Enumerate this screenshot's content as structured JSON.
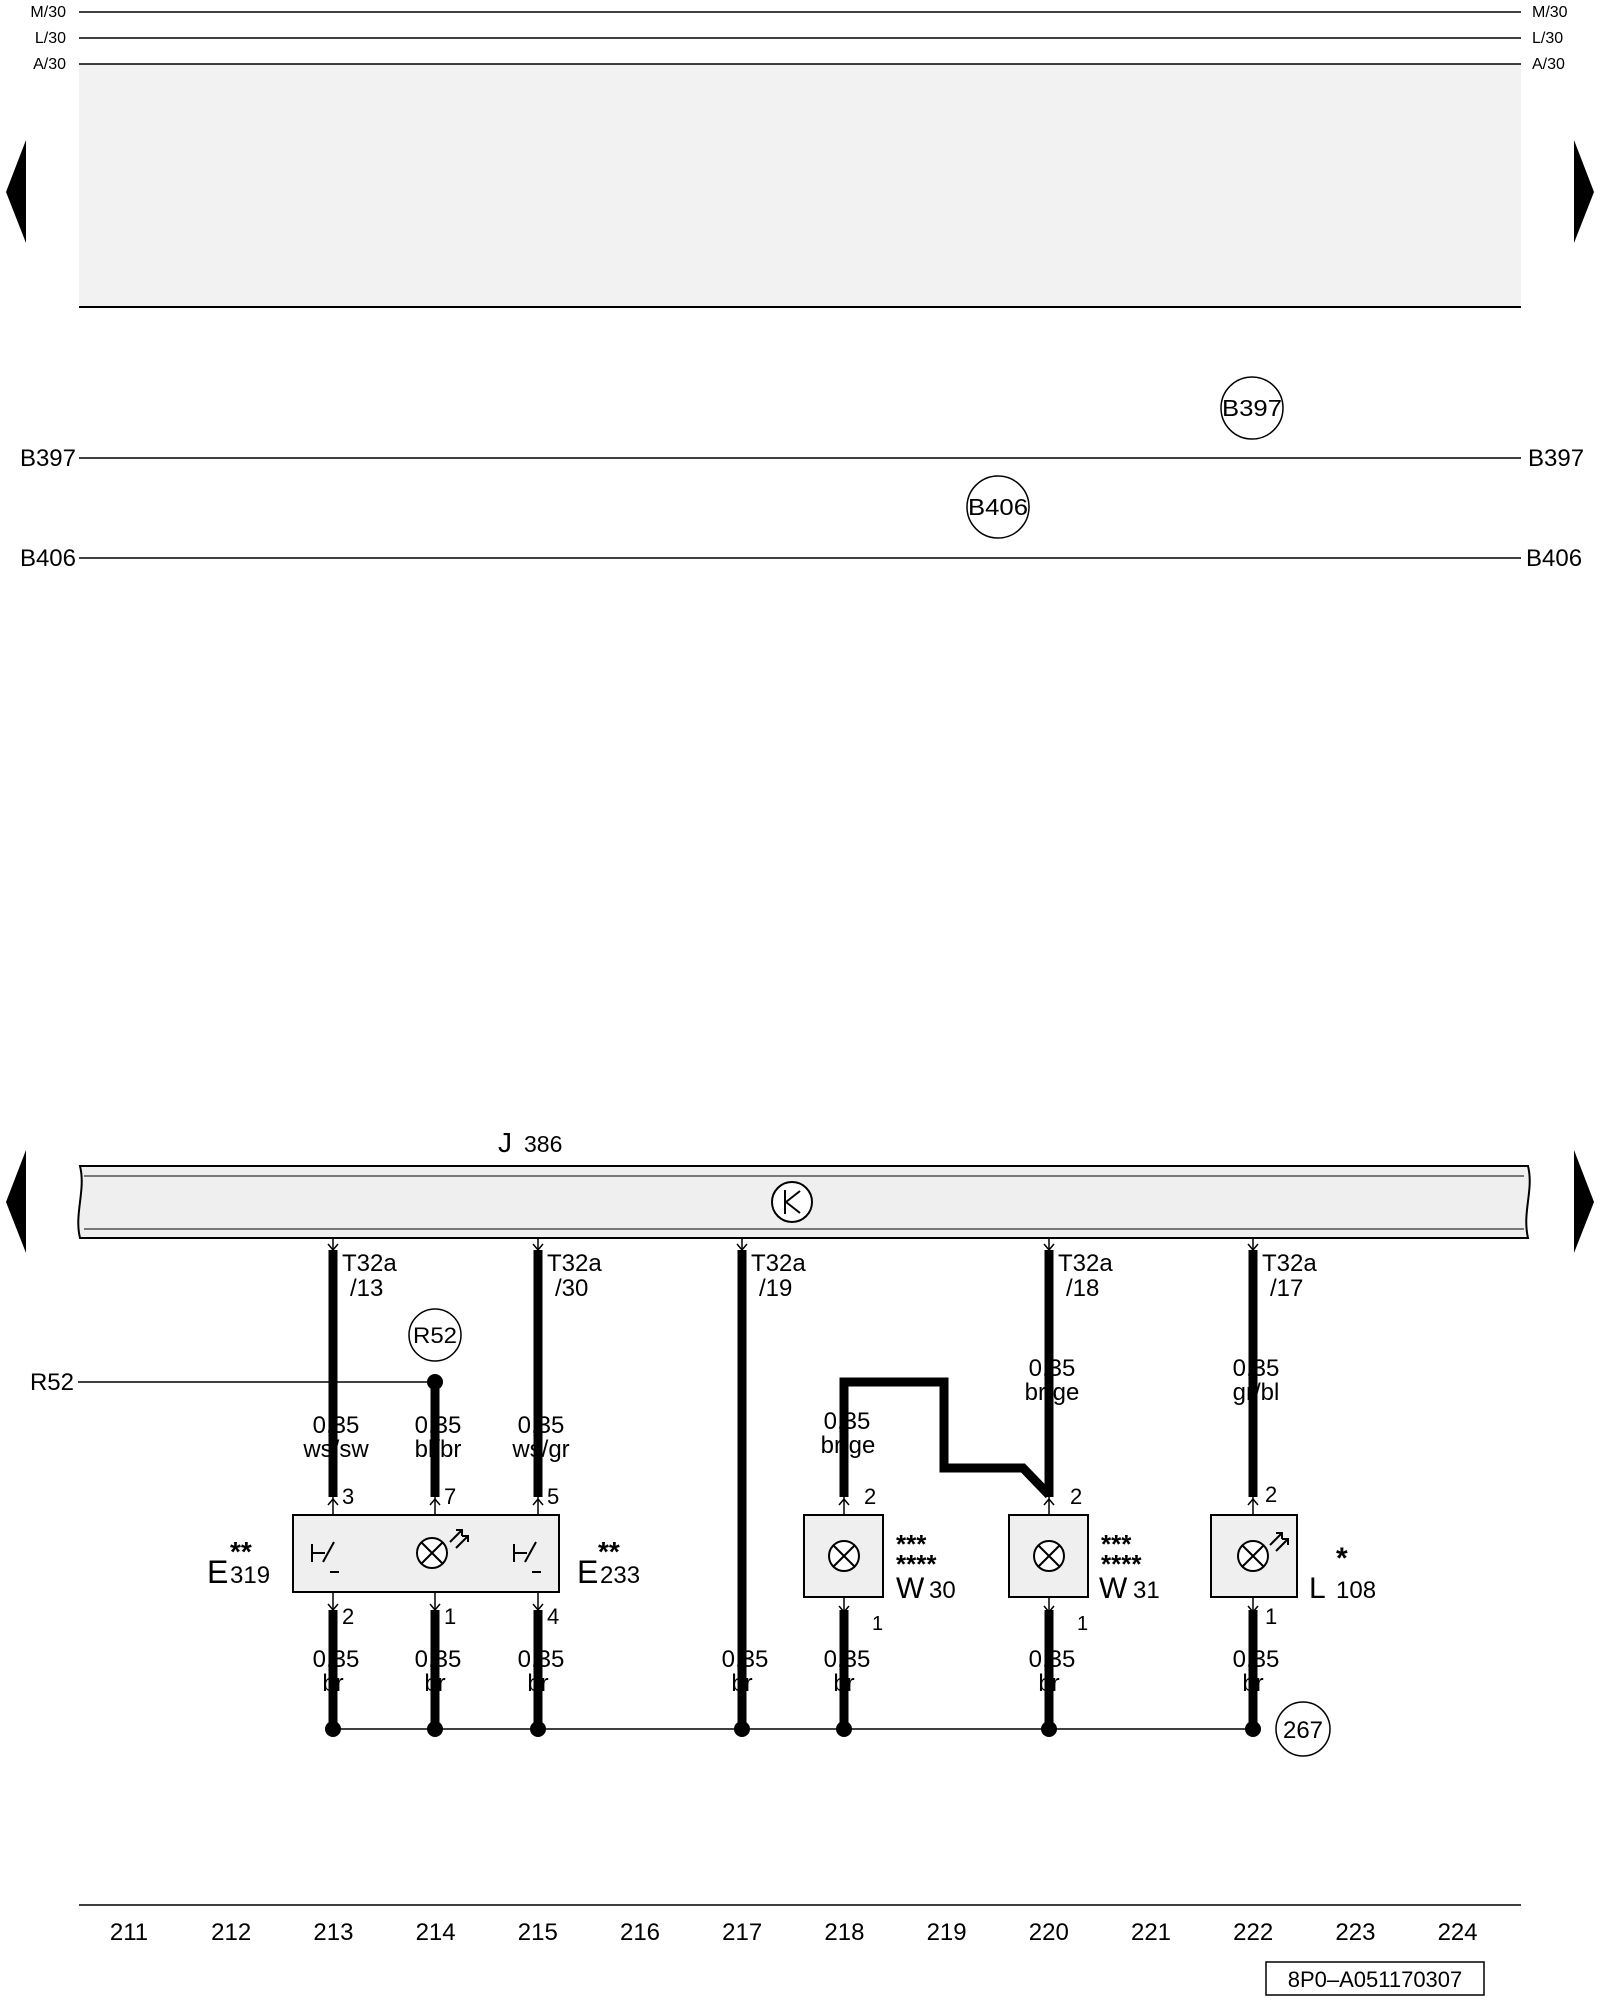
{
  "rails": {
    "m30": "M/30",
    "l30": "L/30",
    "a30": "A/30",
    "b397": "B397",
    "b406": "B406",
    "r52": "R52"
  },
  "connectors": {
    "b397": "B397",
    "b406": "B406",
    "r52": "R52",
    "ground": "267"
  },
  "control_unit": {
    "letter": "J",
    "number": "386"
  },
  "pins": {
    "p1": {
      "conn": "T32a",
      "num": "/13"
    },
    "p2": {
      "conn": "T32a",
      "num": "/30"
    },
    "p3": {
      "conn": "T32a",
      "num": "/19"
    },
    "p4": {
      "conn": "T32a",
      "num": "/18"
    },
    "p5": {
      "conn": "T32a",
      "num": "/17"
    }
  },
  "wires": {
    "w213_top": {
      "size": "0,35",
      "color": "ws/sw"
    },
    "w214_top": {
      "size": "0,35",
      "color": "bl/br"
    },
    "w215_top": {
      "size": "0,35",
      "color": "ws/gr"
    },
    "w218_top": {
      "size": "0,35",
      "color": "br/ge"
    },
    "w220_top": {
      "size": "0,35",
      "color": "br/ge"
    },
    "w222_top": {
      "size": "0,35",
      "color": "gr/bl"
    },
    "w213_bot": {
      "size": "0,35",
      "color": "br"
    },
    "w214_bot": {
      "size": "0,35",
      "color": "br"
    },
    "w215_bot": {
      "size": "0,35",
      "color": "br"
    },
    "w217_bot": {
      "size": "0,35",
      "color": "br"
    },
    "w218_bot": {
      "size": "0,35",
      "color": "br"
    },
    "w220_bot": {
      "size": "0,35",
      "color": "br"
    },
    "w222_bot": {
      "size": "0,35",
      "color": "br"
    }
  },
  "component_pins": {
    "e319_top": "3",
    "e319_bot": "2",
    "lamp214_top": "7",
    "lamp214_bot": "1",
    "e233_top": "5",
    "e233_bot": "4",
    "w30_top": "2",
    "w30_bot": "1",
    "w31_top": "2",
    "w31_bot": "1",
    "l108_top": "2",
    "l108_bot": "1"
  },
  "components": {
    "e319": {
      "letter": "E",
      "number": "319",
      "mark": "**"
    },
    "e233": {
      "letter": "E",
      "number": "233",
      "mark": "**"
    },
    "w30": {
      "letter": "W",
      "number": "30",
      "mark1": "***",
      "mark2": "****"
    },
    "w31": {
      "letter": "W",
      "number": "31",
      "mark1": "***",
      "mark2": "****"
    },
    "l108": {
      "letter": "L",
      "number": "108",
      "mark": "*"
    }
  },
  "tracks": [
    "211",
    "212",
    "213",
    "214",
    "215",
    "216",
    "217",
    "218",
    "219",
    "220",
    "221",
    "222",
    "223",
    "224"
  ],
  "doc_id": "8P0–A051170307",
  "icons": {
    "nav_left_top": "triangle-left-icon",
    "nav_right_top": "triangle-right-icon",
    "nav_left_bottom": "triangle-left-icon",
    "nav_right_bottom": "triangle-right-icon",
    "bus_symbol": "bus-interface-icon",
    "switch": "switch-symbol-icon",
    "lamp": "lamp-symbol-icon"
  }
}
